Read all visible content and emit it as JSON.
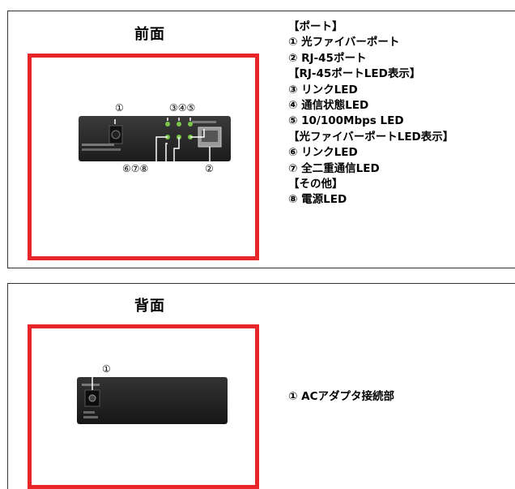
{
  "front": {
    "title": "前面",
    "callouts_top": [
      "①",
      "③④⑤"
    ],
    "callouts_bottom": [
      "⑥⑦⑧",
      "②"
    ],
    "legend": [
      "【ポート】",
      "①  光ファイバーポート",
      "②  RJ-45ポート",
      "【RJ-45ポートLED表示】",
      "③  リンクLED",
      "④  通信状態LED",
      "⑤  10/100Mbps LED",
      "【光ファイバーポートLED表示】",
      "⑥  リンクLED",
      "⑦  全二重通信LED",
      "【その他】",
      "⑧  電源LED"
    ]
  },
  "back": {
    "title": "背面",
    "callout": "①",
    "legend": [
      "①  ACアダプタ接続部"
    ]
  },
  "colors": {
    "frame": "#e8262a",
    "led": "#8dd04a",
    "device": "#2b2b2b"
  }
}
